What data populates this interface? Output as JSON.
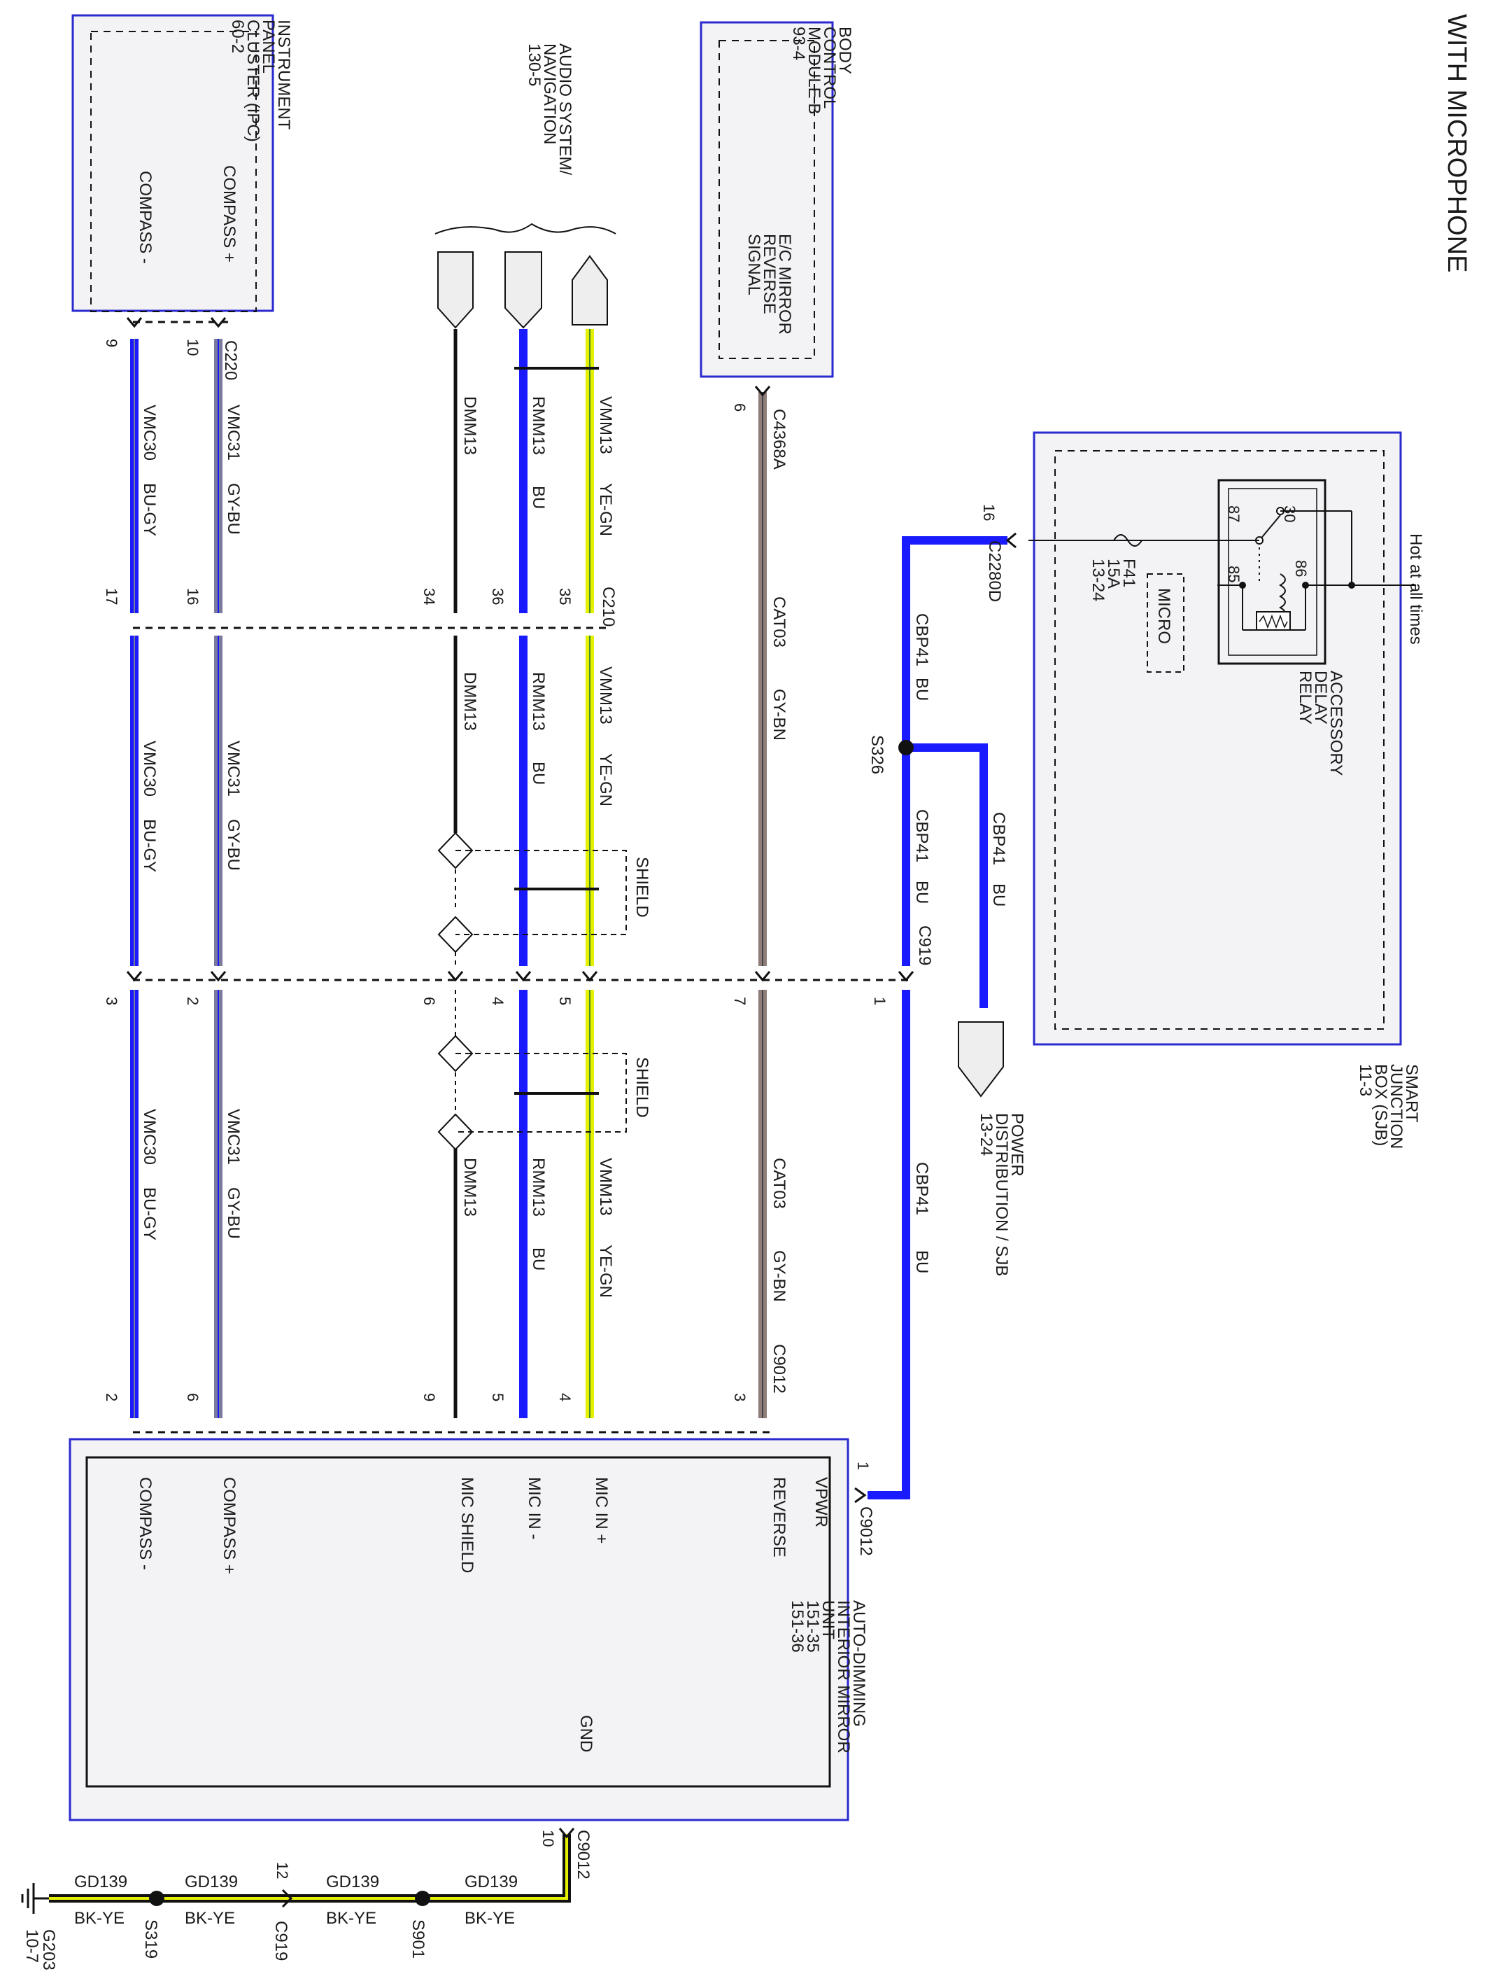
{
  "title": "WITH MICROPHONE",
  "components": {
    "ipc": {
      "lines": [
        "INSTRUMENT",
        "PANEL",
        "CLUSTER (IPC)",
        "60-2"
      ],
      "pin_compass_plus": "COMPASS +",
      "pin_compass_minus": "COMPASS -"
    },
    "audio": {
      "lines": [
        "AUDIO SYSTEM/",
        "NAVIGATION",
        "130-5"
      ]
    },
    "bcm": {
      "lines": [
        "BODY",
        "CONTROL",
        "MODULE B",
        "93-4"
      ],
      "pin_lines": [
        "E/C MIRROR",
        "REVERSE",
        "SIGNAL"
      ]
    },
    "sjb": {
      "lines": [
        "SMART",
        "JUNCTION",
        "BOX (SJB)",
        "11-3"
      ],
      "hot": "Hot at all times",
      "fuse_lines": [
        "F41",
        "15A",
        "13-24"
      ],
      "micro": "MICRO",
      "relay_lines": [
        "ACCESSORY",
        "DELAY",
        "RELAY"
      ],
      "relay_pins": {
        "p30": "30",
        "p87": "87",
        "p85": "85",
        "p86": "86"
      }
    },
    "power": {
      "lines": [
        "POWER",
        "DISTRIBUTION / SJB",
        "13-24"
      ]
    },
    "mirror": {
      "lines": [
        "AUTO-DIMMING",
        "INTERIOR MIRROR",
        "UNIT",
        "151-35",
        "151-36"
      ],
      "pins": {
        "vpwr": "VPWR",
        "reverse": "REVERSE",
        "mic_plus": "MIC IN +",
        "mic_minus": "MIC IN -",
        "mic_shield": "MIC SHIELD",
        "compass_plus": "COMPASS +",
        "compass_minus": "COMPASS -",
        "gnd": "GND"
      }
    }
  },
  "connectors": {
    "c220": "C220",
    "c4368a": "C4368A",
    "c2280d": "C2280D",
    "c210": "C210",
    "c919": "C919",
    "c9012": "C9012",
    "c9012b": "C9012",
    "c9012c": "C9012",
    "c9012d": "C9012",
    "c919b": "C919"
  },
  "splices": {
    "s326": "S326",
    "s319": "S319",
    "s901": "S901"
  },
  "ground": {
    "name": "G203",
    "ref": "10-7"
  },
  "shield": "SHIELD",
  "pins": {
    "ipc_minus": "9",
    "ipc_plus": "10",
    "bcm": "6",
    "sjb": "16",
    "c210_17": "17",
    "c210_16": "16",
    "c210_34": "34",
    "c210_36": "36",
    "c210_35": "35",
    "c919_3": "3",
    "c919_2": "2",
    "c919_6": "6",
    "c919_4": "4",
    "c919_5": "5",
    "c919_7": "7",
    "c919_1": "1",
    "m_2": "2",
    "m_6": "6",
    "m_9": "9",
    "m_5": "5",
    "m_4": "4",
    "m_3": "3",
    "m_1": "1",
    "m_10": "10",
    "g_12": "12"
  },
  "wires": {
    "vmc30": "VMC30",
    "bu_gy": "BU-GY",
    "vmc31": "VMC31",
    "gy_bu": "GY-BU",
    "dmm13": "DMM13",
    "rmm13": "RMM13",
    "bu": "BU",
    "vmm13": "VMM13",
    "ye_gn": "YE-GN",
    "cat03": "CAT03",
    "gy_bn": "GY-BN",
    "cbp41": "CBP41",
    "gd139": "GD139",
    "bk_ye": "BK-YE"
  },
  "colors": {
    "blue": "#1a1aff",
    "gray_blue": "#7a7a9c",
    "gray_brown": "#8f7d79",
    "yellow": "#e5f000",
    "black": "#111111",
    "box_stroke": "#2a2ad0",
    "box_fill": "#f3f3f5"
  }
}
